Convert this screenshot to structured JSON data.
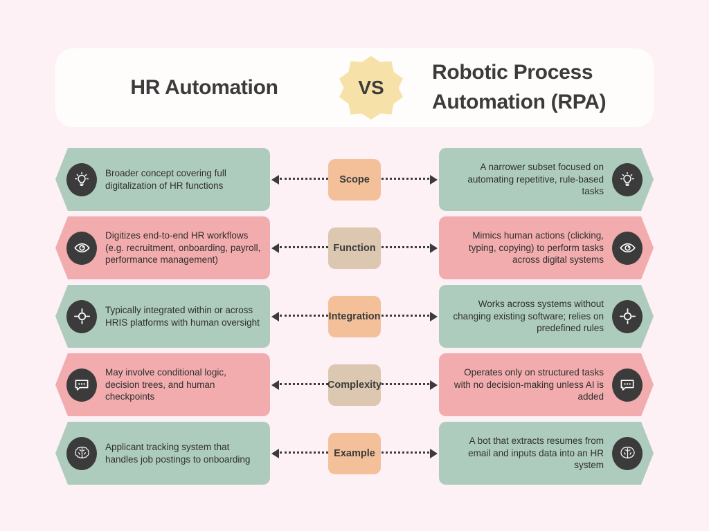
{
  "header": {
    "left_title": "HR Automation",
    "vs_label": "VS",
    "right_title": "Robotic Process Automation (RPA)"
  },
  "colors": {
    "background": "#fdf1f6",
    "header_card": "#fffdfc",
    "vs_badge": "#f6e2a8",
    "green_panel": "#aeccbd",
    "pink_panel": "#f2acae",
    "chip_peach": "#f3c09a",
    "chip_tan": "#dcc8b0",
    "icon_badge": "#3b3b3b",
    "text_dark": "#3b3b3b"
  },
  "rows": [
    {
      "label": "Scope",
      "chip_color": "#f3c09a",
      "panel_color": "#aeccbd",
      "icon": "lightbulb-icon",
      "left_text": "Broader concept covering full digitalization of HR functions",
      "right_text": "A narrower subset focused on automating repetitive, rule-based tasks"
    },
    {
      "label": "Function",
      "chip_color": "#dcc8b0",
      "panel_color": "#f2acae",
      "icon": "eye-icon",
      "left_text": "Digitizes end-to-end HR workflows (e.g. recruitment, onboarding, payroll, performance management)",
      "right_text": "Mimics human actions (clicking, typing, copying) to perform tasks across digital systems"
    },
    {
      "label": "Integration",
      "chip_color": "#f3c09a",
      "panel_color": "#aeccbd",
      "icon": "target-icon",
      "left_text": "Typically integrated within or across HRIS platforms with human oversight",
      "right_text": "Works across systems without changing existing software; relies on predefined rules"
    },
    {
      "label": "Complexity",
      "chip_color": "#dcc8b0",
      "panel_color": "#f2acae",
      "icon": "chat-bubble-icon",
      "left_text": "May involve conditional logic, decision trees, and human checkpoints",
      "right_text": "Operates only on structured tasks with no decision-making unless AI is added"
    },
    {
      "label": "Example",
      "chip_color": "#f3c09a",
      "panel_color": "#aeccbd",
      "icon": "brain-icon",
      "left_text": "Applicant tracking system that handles job postings to onboarding",
      "right_text": "A bot that extracts resumes from email and inputs data into an HR system"
    }
  ]
}
